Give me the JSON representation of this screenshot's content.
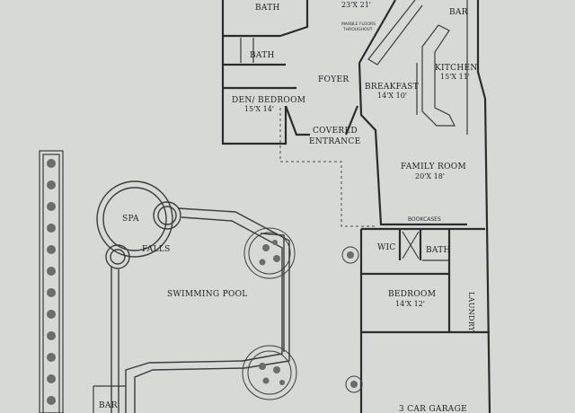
{
  "rooms": {
    "bath_top": "BATH",
    "master_dim": "23'X 21'",
    "marble_note_1": "MARBLE FLOORS",
    "marble_note_2": "THROUGHOUT",
    "bath_small": "BATH",
    "foyer": "FOYER",
    "den": "DEN/ BEDROOM",
    "den_dim": "15'X 14'",
    "covered_1": "COVERED",
    "covered_2": "ENTRANCE",
    "breakfast": "BREAKFAST",
    "breakfast_dim": "14'X 10'",
    "kitchen": "KITCHEN",
    "kitchen_dim": "15'X 11'",
    "bar_top": "BAR",
    "family": "FAMILY ROOM",
    "family_dim": "20'X 18'",
    "bookcases": "BOOKCASES",
    "wic": "WIC",
    "bath_lower": "BATH",
    "bedroom": "BEDROOM",
    "bedroom_dim": "14'X 12'",
    "laundry": "LAUNDRY",
    "garage": "3 CAR GARAGE",
    "spa": "SPA",
    "falls": "FALLS",
    "pool": "SWIMMING POOL",
    "bar_bottom": "BAR"
  }
}
